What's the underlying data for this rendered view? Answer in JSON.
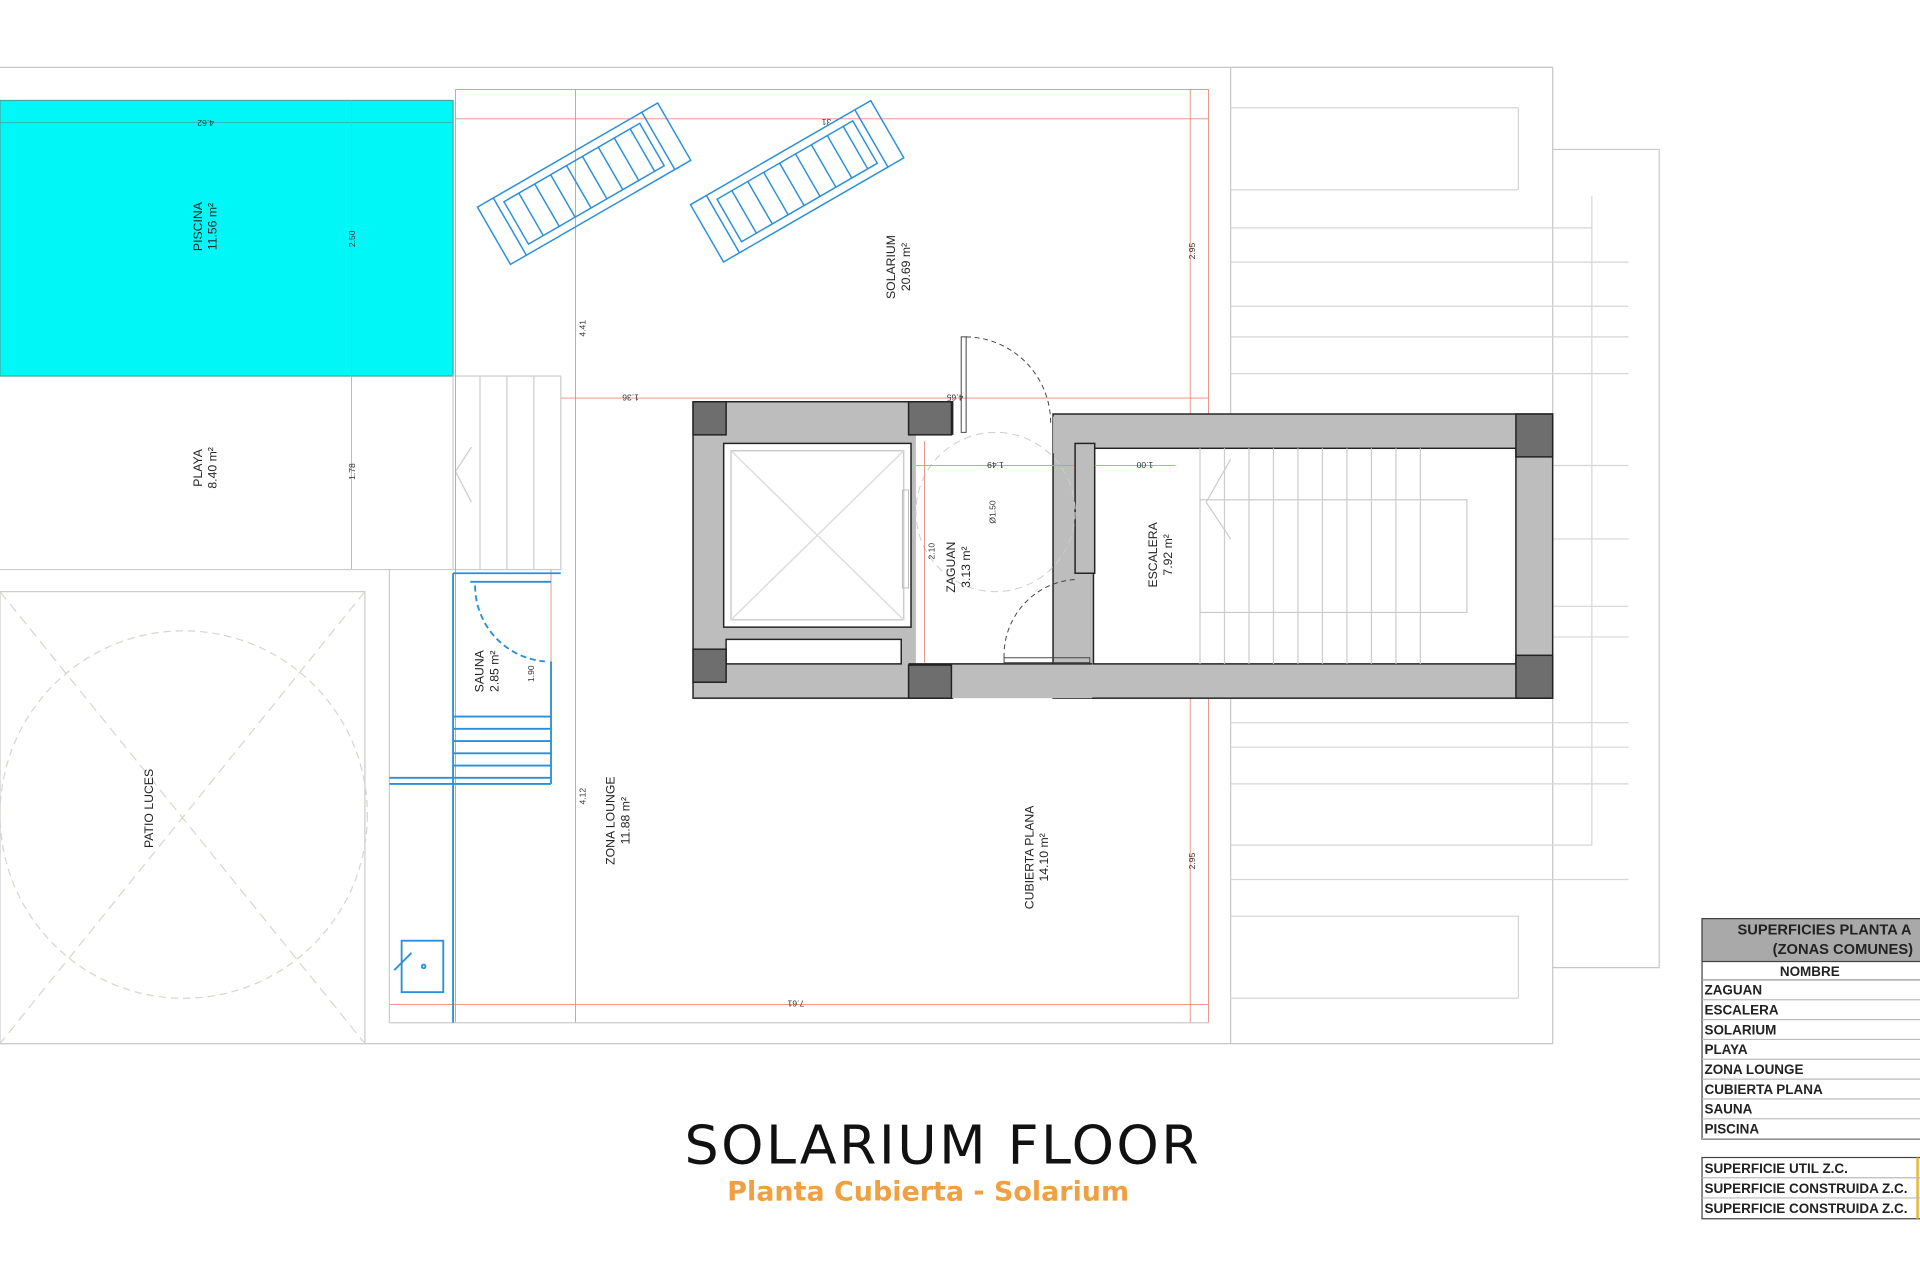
{
  "title": "SOLARIUM FLOOR",
  "subtitle": "Planta Cubierta - Solarium",
  "colors": {
    "pool": "#00f7f7",
    "wall": "#bdbdbd",
    "column": "#6e6e6e",
    "dimension": "#e88a7a",
    "furniture": "#2a8fd8",
    "subtitle": "#f0a040"
  },
  "rooms": {
    "piscina": {
      "name": "PISCINA",
      "area": "11.56 m²"
    },
    "playa": {
      "name": "PLAYA",
      "area": "8.40 m²"
    },
    "solarium": {
      "name": "SOLARIUM",
      "area": "20.69 m²"
    },
    "zaguan": {
      "name": "ZAGUAN",
      "area": "3.13 m²"
    },
    "escalera": {
      "name": "ESCALERA",
      "area": "7.92 m²"
    },
    "sauna": {
      "name": "SAUNA",
      "area": "2.85 m²"
    },
    "zona_lounge": {
      "name": "ZONA LOUNGE",
      "area": "11.88 m²"
    },
    "cubierta_plana": {
      "name": "CUBIERTA PLANA",
      "area": "14.10 m²"
    },
    "patio_luces": {
      "name": "PATIO LUCES"
    }
  },
  "dimensions": {
    "pool_width": "4.62",
    "pool_depth": "2.50",
    "playa_depth": "1.78",
    "solarium_left": "4.41",
    "step": "1.36",
    "right_top": "2.95",
    "door": "4.65",
    "zaguan_width": "1.49",
    "escalera_width": "1.00",
    "zaguan_depth": "2.10",
    "sauna_depth": "1.90",
    "lounge_depth": "4.12",
    "total_width": "7.61",
    "right_bottom": "2.95",
    "turning_circle": "Ø1.50",
    "lounger": "31"
  },
  "table": {
    "title_line1": "SUPERFICIES PLANTA A",
    "title_line2": "(ZONAS COMUNES)",
    "column_header": "NOMBRE",
    "rows": [
      "ZAGUAN",
      "ESCALERA",
      "SOLARIUM",
      "PLAYA",
      "ZONA LOUNGE",
      "CUBIERTA PLANA",
      "SAUNA",
      "PISCINA"
    ],
    "summary_rows": [
      "SUPERFICIE UTIL Z.C.",
      "SUPERFICIE CONSTRUIDA Z.C.",
      "SUPERFICIE CONSTRUIDA Z.C."
    ]
  }
}
